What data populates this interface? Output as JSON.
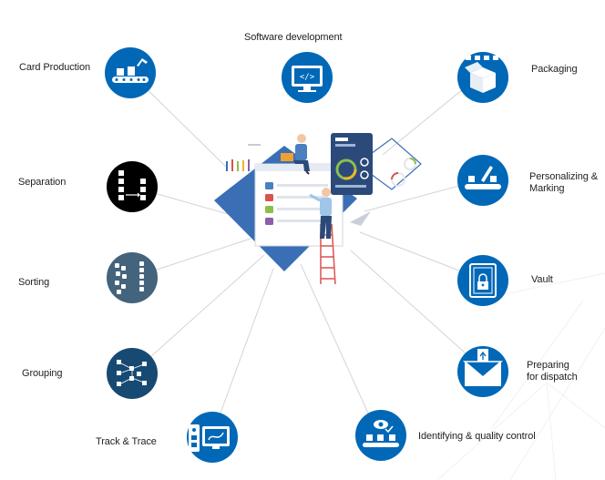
{
  "diagram": {
    "center_label": "",
    "nodes": [
      {
        "id": "software",
        "label": "Software development",
        "icon": "monitor-code-icon",
        "color": "#0068b7"
      },
      {
        "id": "card-production",
        "label": "Card Production",
        "icon": "conveyor-robot-icon",
        "color": "#0068b7"
      },
      {
        "id": "packaging",
        "label": "Packaging",
        "icon": "box-icon",
        "color": "#0068b7"
      },
      {
        "id": "personalizing",
        "label": "Personalizing & Marking",
        "icon": "pen-marking-icon",
        "color": "#0068b7"
      },
      {
        "id": "separation",
        "label": "Separation",
        "icon": "separation-icon",
        "color": "#000000"
      },
      {
        "id": "sorting",
        "label": "Sorting",
        "icon": "sorting-icon",
        "color": "#44637c"
      },
      {
        "id": "grouping",
        "label": "Grouping",
        "icon": "grouping-network-icon",
        "color": "#174a73"
      },
      {
        "id": "track-trace",
        "label": "Track & Trace",
        "icon": "track-trace-icon",
        "color": "#0068b7"
      },
      {
        "id": "identifying",
        "label": "Identifying & quality control",
        "icon": "eye-quality-icon",
        "color": "#0068b7"
      },
      {
        "id": "vault",
        "label": "Vault",
        "icon": "vault-icon",
        "color": "#0068b7"
      },
      {
        "id": "dispatch",
        "label": "Preparing for dispatch",
        "icon": "envelope-icon",
        "color": "#0068b7"
      }
    ],
    "illustration": {
      "name": "developers-illustration",
      "accent_color": "#3a6fb5",
      "panel_color": "#2b4a7a",
      "list_colors": [
        "#4a7fc0",
        "#d9534f",
        "#8bbf4c",
        "#8e5ea8"
      ]
    }
  }
}
